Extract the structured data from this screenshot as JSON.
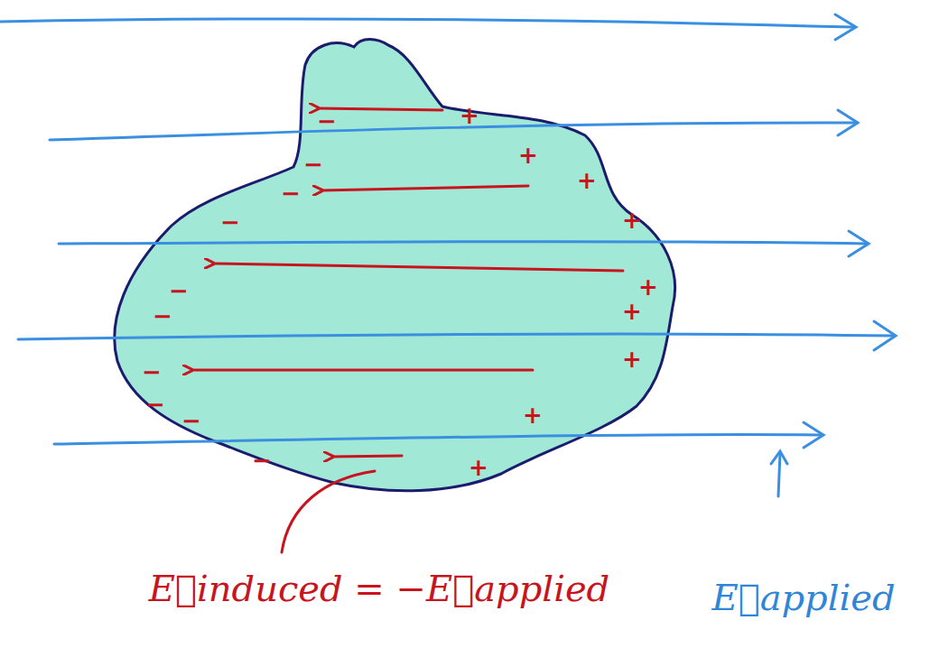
{
  "diagram": {
    "labels": [
      "E⃗induced = −E⃗applied",
      "E⃗applied",
      "−",
      "−",
      "−",
      "−",
      "−",
      "−",
      "−",
      "−",
      "−",
      "−",
      "+",
      "+",
      "+",
      "+",
      "+",
      "+",
      "+",
      "+",
      "+"
    ]
  }
}
